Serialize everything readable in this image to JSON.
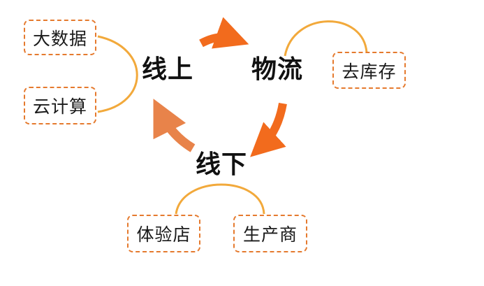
{
  "nodes": {
    "online": "线上",
    "logistics": "物流",
    "offline": "线下"
  },
  "boxes": {
    "big_data": "大数据",
    "cloud_computing": "云计算",
    "destock": "去库存",
    "experience_store": "体验店",
    "producer": "生产商"
  },
  "colors": {
    "arrow_primary": "#F26B1D",
    "arrow_secondary": "#E8834A",
    "connector": "#F2A93B",
    "box_border": "#E57A2E"
  }
}
